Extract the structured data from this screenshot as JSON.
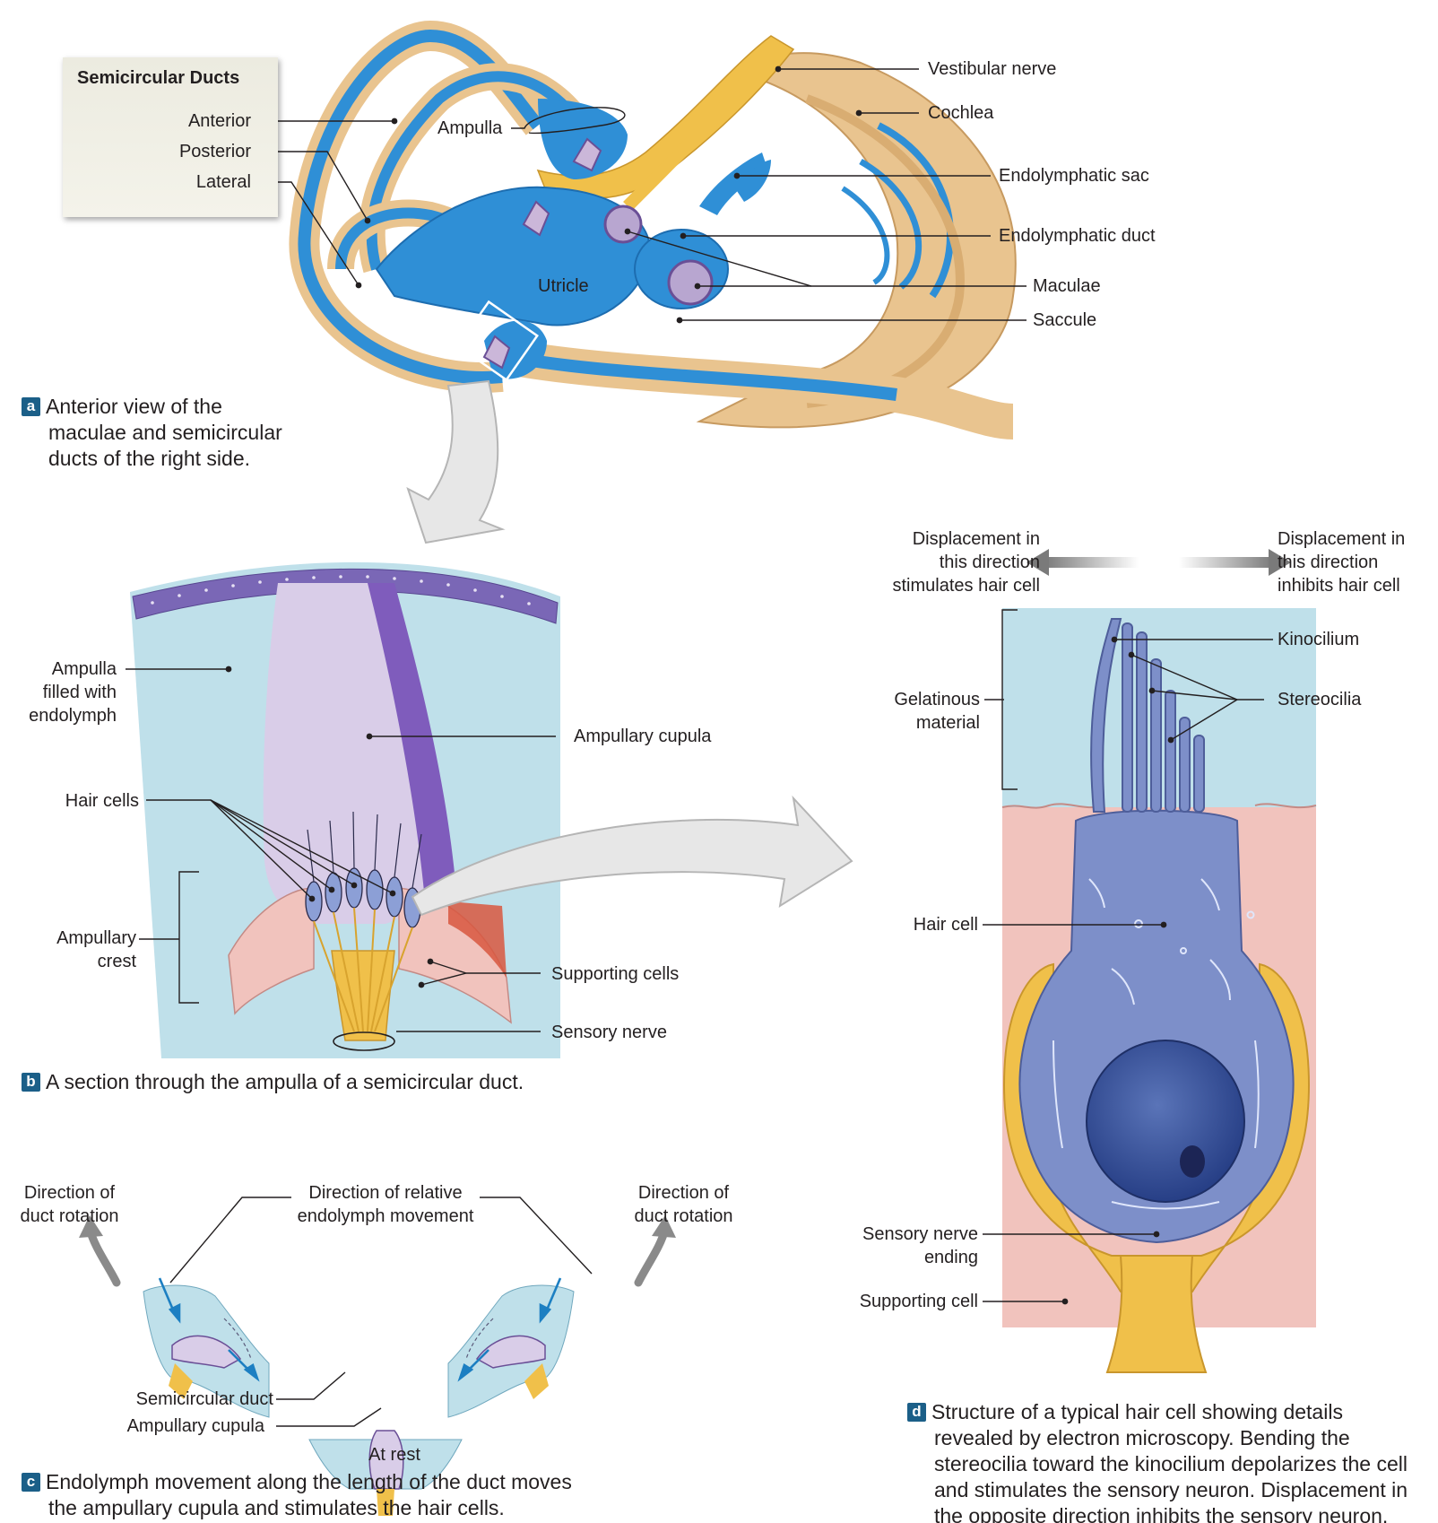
{
  "panel_a": {
    "box_title": "Semicircular Ducts",
    "anterior": "Anterior",
    "posterior": "Posterior",
    "lateral": "Lateral",
    "ampulla": "Ampulla",
    "utricle": "Utricle",
    "vestibular_nerve": "Vestibular nerve",
    "cochlea": "Cochlea",
    "endolymphatic_sac": "Endolymphatic sac",
    "endolymphatic_duct": "Endolymphatic duct",
    "maculae": "Maculae",
    "saccule": "Saccule",
    "badge": "a",
    "caption": [
      "Anterior view of the",
      "maculae and semicircular",
      "ducts of the right side."
    ]
  },
  "panel_b": {
    "ampulla_filled": [
      "Ampulla",
      "filled with",
      "endolymph"
    ],
    "ampullary_cupula": "Ampullary cupula",
    "hair_cells": "Hair cells",
    "ampullary_crest": [
      "Ampullary",
      "crest"
    ],
    "supporting_cells": "Supporting cells",
    "sensory_nerve": "Sensory nerve",
    "badge": "b",
    "caption": "A section through the ampulla of a semicircular duct."
  },
  "panel_c": {
    "duct_rotation_left": [
      "Direction of",
      "duct rotation"
    ],
    "relative_movement": [
      "Direction of relative",
      "endolymph movement"
    ],
    "duct_rotation_right": [
      "Direction of",
      "duct rotation"
    ],
    "semicircular_duct": "Semicircular duct",
    "ampullary_cupula": "Ampullary cupula",
    "at_rest": "At rest",
    "badge": "c",
    "caption": [
      "Endolymph movement along the length of the duct moves",
      "the ampullary cupula and stimulates the hair cells."
    ]
  },
  "panel_d": {
    "stimulates": [
      "Displacement in",
      "this direction",
      "stimulates hair cell"
    ],
    "inhibits": [
      "Displacement in",
      "this direction",
      "inhibits hair cell"
    ],
    "kinocilium": "Kinocilium",
    "stereocilia": "Stereocilia",
    "gelatinous": [
      "Gelatinous",
      "material"
    ],
    "hair_cell": "Hair cell",
    "sensory_nerve_ending": [
      "Sensory nerve",
      "ending"
    ],
    "supporting_cell": "Supporting cell",
    "badge": "d",
    "caption": [
      "Structure of a typical hair cell showing details",
      "revealed by electron microscopy. Bending the",
      "stereocilia toward the kinocilium depolarizes the cell",
      "and stimulates the sensory neuron. Displacement in",
      "the opposite direction inhibits the sensory neuron."
    ]
  },
  "colors": {
    "duct_blue": "#2f8fd6",
    "bone_tan": "#e9c48f",
    "nerve_yellow": "#f0c04a",
    "fluid_blue": "#bfe0ea",
    "cupula_lilac": "#d9cde8",
    "cell_blue": "#7d8fc9",
    "tissue_pink": "#f1c3bd",
    "badge_blue": "#1b5f88"
  }
}
